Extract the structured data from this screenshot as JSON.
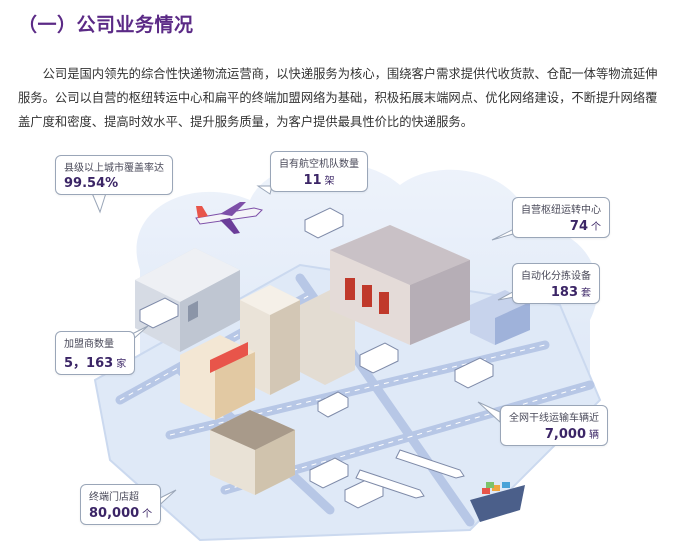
{
  "heading": "（一）公司业务情况",
  "intro": "公司是国内领先的综合性快递物流运营商，以快递服务为核心，围绕客户需求提供代收货款、仓配一体等物流延伸服务。公司以自营的枢纽转运中心和扁平的终端加盟网络为基础，积极拓展末端网点、优化网络建设，不断提升网络覆盖广度和密度、提高时效水平、提升服务质量，为客户提供最具性价比的快递服务。",
  "callouts": {
    "coverage": {
      "label": "县级以上城市覆盖率达",
      "value": "99.54%",
      "unit": ""
    },
    "aircraft": {
      "label": "自有航空机队数量",
      "value": "11",
      "unit": "架"
    },
    "hubs": {
      "label": "自营枢纽运转中心",
      "value": "74",
      "unit": "个"
    },
    "sorting": {
      "label": "自动化分拣设备",
      "value": "183",
      "unit": "套"
    },
    "franchisees": {
      "label": "加盟商数量",
      "value": "5，163",
      "unit": "家"
    },
    "trucks": {
      "label": "全网干线运输车辆近",
      "value": "7,000",
      "unit": "辆"
    },
    "stores": {
      "label": "终端门店超",
      "value": "80,000",
      "unit": "个"
    }
  },
  "colors": {
    "brand": "#5b2a86",
    "value": "#3b2566",
    "ground": "#dfe9f7",
    "road": "#b7c7e6",
    "accent": "#e8554a"
  }
}
